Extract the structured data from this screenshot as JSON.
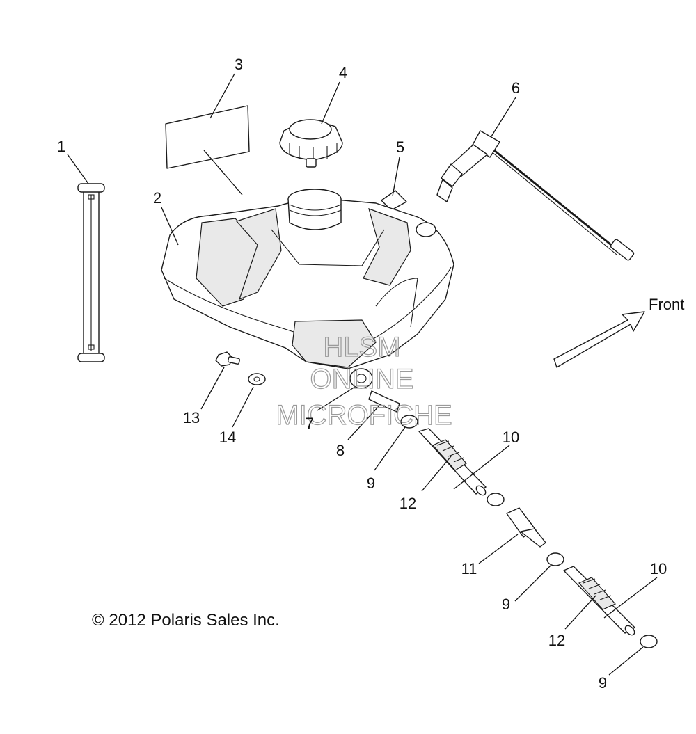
{
  "callouts": {
    "c1": "1",
    "c2": "2",
    "c3": "3",
    "c4": "4",
    "c5": "5",
    "c6": "6",
    "c7": "7",
    "c8": "8",
    "c9a": "9",
    "c9b": "9",
    "c9c": "9",
    "c10a": "10",
    "c10b": "10",
    "c11": "11",
    "c12a": "12",
    "c12b": "12",
    "c13": "13",
    "c14": "14"
  },
  "direction_label": "Front",
  "copyright": "© 2012 Polaris Sales Inc.",
  "watermark": {
    "line1": "HLSM",
    "line2": "ONLINE",
    "line3": "MICROFICHE"
  }
}
